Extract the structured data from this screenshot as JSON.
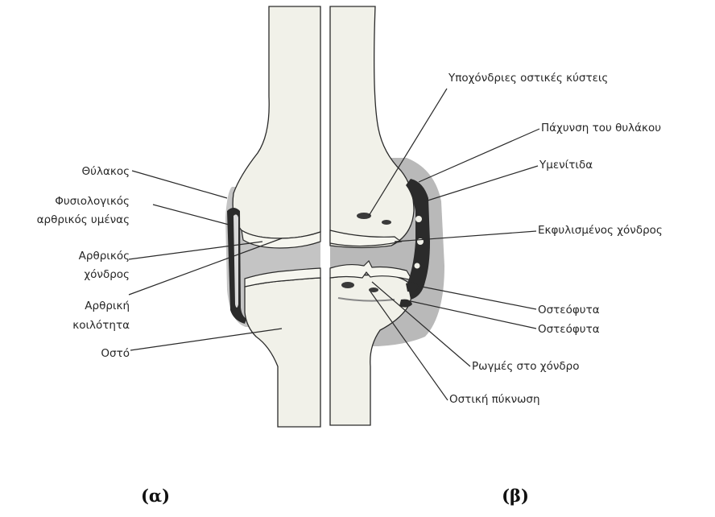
{
  "left_labels": {
    "capsule": "Θύλακος",
    "synovium_line1": "Φυσιολογικός",
    "synovium_line2": "αρθρικός υμένας",
    "cartilage_line1": "Αρθρικός",
    "cartilage_line2": "χόνδρος",
    "cavity_line1": "Αρθρική",
    "cavity_line2": "κοιλότητα",
    "bone": "Οστό"
  },
  "right_labels": {
    "cysts": "Υποχόνδριες οστικές κύστεις",
    "capsule_thickening": "Πάχυνση του θυλάκου",
    "synovium": "Υμενίτιδα",
    "worn_cartilage": "Εκφυλισμένος χόνδρος",
    "osteophytes_1": "Οστεόφυτα",
    "osteophytes_2": "Οστεόφυτα",
    "cartilage_cracks": "Ρωγμές στο χόνδρο",
    "sclerosis": "Οστική πύκνωση"
  },
  "captions": {
    "a": "(α)",
    "b": "(β)"
  },
  "colors": {
    "bone": "#f1f1e9",
    "capsule": "#b9b9b9",
    "synovium": "#2b2b2b",
    "outline": "#2a2a2a"
  }
}
